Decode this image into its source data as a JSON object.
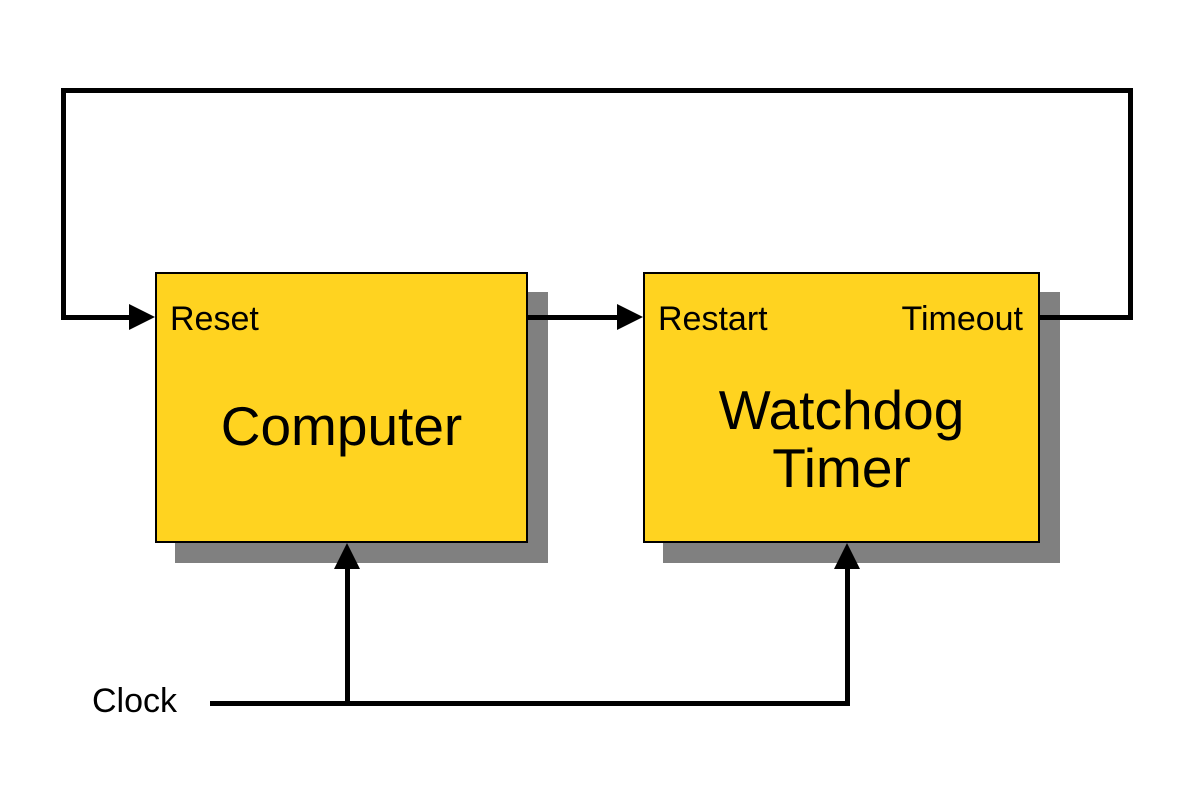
{
  "diagram_type": "block-diagram",
  "colors": {
    "node_fill": "#FFD320",
    "node_border": "#000000",
    "shadow": "#808080",
    "line": "#000000",
    "background": "#FFFFFF"
  },
  "nodes": {
    "computer": {
      "title": "Computer",
      "ports": {
        "reset": "Reset"
      }
    },
    "watchdog": {
      "title_line1": "Watchdog",
      "title_line2": "Timer",
      "ports": {
        "restart": "Restart",
        "timeout": "Timeout"
      }
    }
  },
  "labels": {
    "clock": "Clock"
  },
  "edges": [
    {
      "name": "timeout-to-reset",
      "from": "watchdog.timeout",
      "to": "computer.reset",
      "style": "feedback-loop-over-top"
    },
    {
      "name": "computer-to-restart",
      "from": "computer",
      "to": "watchdog.restart"
    },
    {
      "name": "clock-to-computer",
      "from": "clock",
      "to": "computer.bottom"
    },
    {
      "name": "clock-to-watchdog",
      "from": "clock",
      "to": "watchdog.bottom"
    }
  ]
}
